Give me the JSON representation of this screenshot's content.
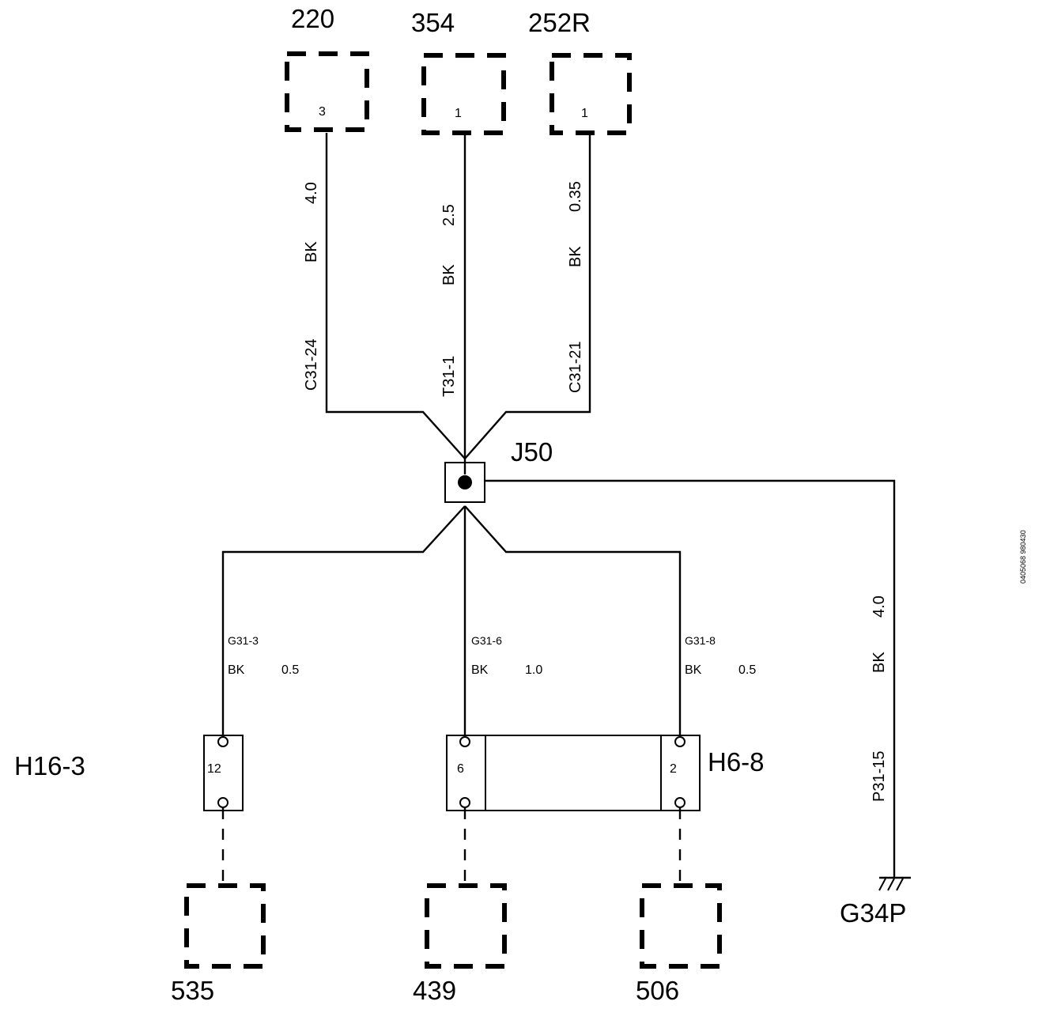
{
  "components": {
    "c220": {
      "id": "220",
      "pin": "3"
    },
    "c354": {
      "id": "354",
      "pin": "1"
    },
    "c252r": {
      "id": "252R",
      "pin": "1"
    },
    "c535": {
      "id": "535"
    },
    "c439": {
      "id": "439"
    },
    "c506": {
      "id": "506"
    }
  },
  "wires_top": [
    {
      "size": "4.0",
      "color": "BK",
      "connector": "C31-24"
    },
    {
      "size": "2.5",
      "color": "BK",
      "connector": "T31-1"
    },
    {
      "size": "0.35",
      "color": "BK",
      "connector": "C31-21"
    }
  ],
  "splice": {
    "label": "J50"
  },
  "wires_bottom": [
    {
      "connector": "G31-3",
      "color": "BK",
      "size": "0.5"
    },
    {
      "connector": "G31-6",
      "color": "BK",
      "size": "1.0"
    },
    {
      "connector": "G31-8",
      "color": "BK",
      "size": "0.5"
    }
  ],
  "wire_ground": {
    "size": "4.0",
    "color": "BK",
    "connector": "P31-15"
  },
  "connectors": {
    "h16_3": {
      "label": "H16-3",
      "pin": "12"
    },
    "h6_8": {
      "label": "H6-8",
      "pin_left": "6",
      "pin_right": "2"
    }
  },
  "ground": {
    "label": "G34P"
  },
  "reference_code": "0405068 980430"
}
